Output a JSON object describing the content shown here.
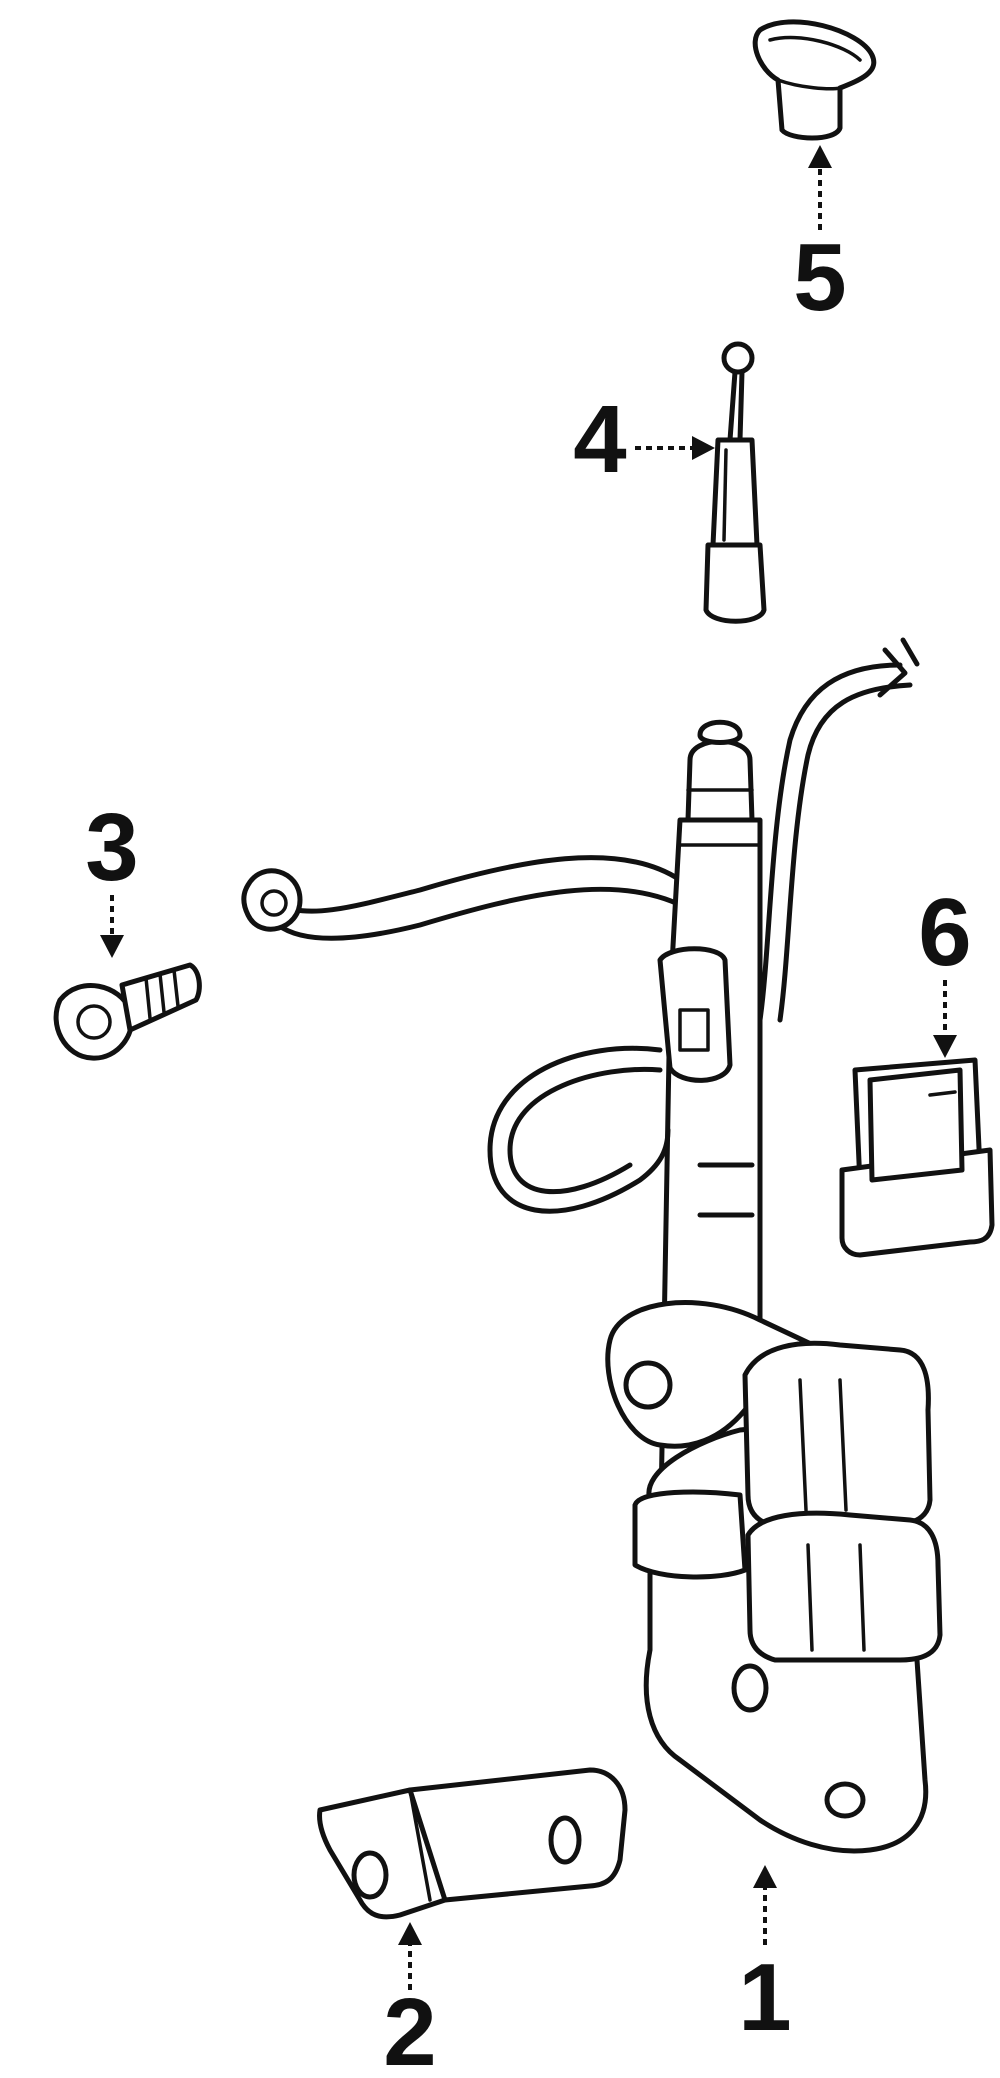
{
  "callouts": {
    "c1": "1",
    "c2": "2",
    "c3": "3",
    "c4": "4",
    "c5": "5",
    "c6": "6"
  },
  "icons": {
    "p1": "power-antenna-mast-assembly-icon",
    "p2": "mounting-bracket-icon",
    "p3": "bolt-icon",
    "p4": "antenna-mast-icon",
    "p5": "antenna-grommet-cap-icon",
    "p6": "relay-icon"
  }
}
